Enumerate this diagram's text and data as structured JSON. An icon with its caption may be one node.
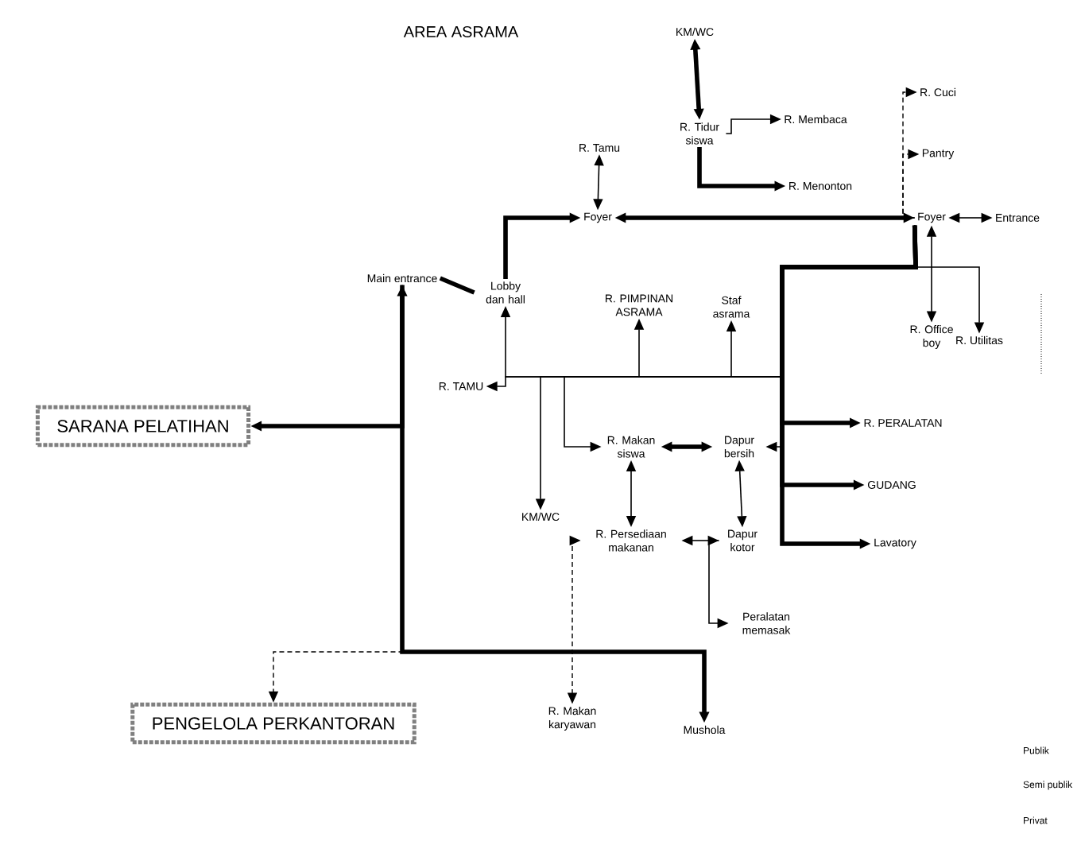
{
  "diagram": {
    "title": "AREA ASRAMA",
    "nodes": [
      {
        "text": [
          "KM/WC"
        ]
      },
      {
        "text": [
          "R. Tidur siswa"
        ]
      },
      {
        "text": [
          "R. Membaca"
        ]
      },
      {
        "text": [
          "R. Menonton"
        ]
      },
      {
        "text": [
          "R. Tamu"
        ]
      },
      {
        "text": [
          "Foyer"
        ]
      },
      {
        "text": [
          "R. Cuci"
        ]
      },
      {
        "text": [
          "Pantry"
        ]
      },
      {
        "text": [
          "Foyer"
        ]
      },
      {
        "text": [
          "Entrance"
        ]
      },
      {
        "text": [
          "Main entrance"
        ]
      },
      {
        "text": [
          "Lobby dan hall"
        ]
      },
      {
        "text": [
          "R. PIMPINAN ASRAMA"
        ]
      },
      {
        "text": [
          "Staf asrama"
        ]
      },
      {
        "text": [
          "R. Office boy"
        ]
      },
      {
        "text": [
          "R. Utilitas"
        ]
      },
      {
        "text": [
          "SARANA PELATIHAN"
        ]
      },
      {
        "text": [
          "R. TAMU"
        ]
      },
      {
        "text": [
          "KM/WC"
        ]
      },
      {
        "text": [
          "R. Makan siswa"
        ]
      },
      {
        "text": [
          "Dapur bersih"
        ]
      },
      {
        "text": [
          "R. PERALATAN"
        ]
      },
      {
        "text": [
          "GUDANG"
        ]
      },
      {
        "text": [
          "Lavatory"
        ]
      },
      {
        "text": [
          "R. Persediaan makanan"
        ]
      },
      {
        "text": [
          "Dapur kotor"
        ]
      },
      {
        "text": [
          "Peralatan memasak"
        ]
      },
      {
        "text": [
          "PENGELOLA PERKANTORAN"
        ]
      },
      {
        "text": [
          "R. Makan karyawan"
        ]
      },
      {
        "text": [
          "Mushola"
        ]
      }
    ],
    "edges": [
      {
        "from": 0,
        "to": 1,
        "arrow": "both",
        "style": "thick"
      },
      {
        "from": 1,
        "to": 3,
        "arrow": "to",
        "style": "thick"
      },
      {
        "from": 1,
        "to": 2,
        "arrow": "to"
      },
      {
        "from": 4,
        "to": 5,
        "arrow": "both"
      },
      {
        "from": 5,
        "to": 8,
        "arrow": "both",
        "style": "thick"
      },
      {
        "from": 11,
        "to": 5,
        "arrow": "to",
        "style": "thick"
      },
      {
        "from": 8,
        "to": 6,
        "arrow": "to",
        "style": "dashed"
      },
      {
        "from": 8,
        "to": 7,
        "arrow": "to",
        "style": "dashed"
      },
      {
        "from": 8,
        "to": 9,
        "arrow": "both"
      },
      {
        "from": 8,
        "to": 14,
        "arrow": "both"
      },
      {
        "from": 8,
        "to": 15,
        "arrow": "to"
      },
      {
        "from": 8,
        "to": 13,
        "arrow": "to"
      },
      {
        "from": 8,
        "to": 12,
        "arrow": "to"
      },
      {
        "from": 8,
        "to": 11,
        "arrow": "to"
      },
      {
        "from": 8,
        "to": 17,
        "arrow": "to"
      },
      {
        "from": 8,
        "to": 18,
        "arrow": "to"
      },
      {
        "from": 8,
        "to": 19,
        "arrow": "to"
      },
      {
        "from": 8,
        "to": 20,
        "arrow": "to"
      },
      {
        "from": 8,
        "to": 21,
        "arrow": "to",
        "style": "thick"
      },
      {
        "from": 8,
        "to": 22,
        "arrow": "to",
        "style": "thick"
      },
      {
        "from": 8,
        "to": 23,
        "arrow": "to",
        "style": "thick"
      },
      {
        "from": 19,
        "to": 20,
        "arrow": "both",
        "style": "thick"
      },
      {
        "from": 19,
        "to": 24,
        "arrow": "both"
      },
      {
        "from": 20,
        "to": 25,
        "arrow": "both"
      },
      {
        "from": 24,
        "to": 25,
        "arrow": "both"
      },
      {
        "from": 25,
        "to": 26,
        "arrow": "to"
      },
      {
        "from": 16,
        "to": 10,
        "arrow": "both",
        "style": "thick"
      },
      {
        "from": 10,
        "to": 11,
        "arrow": "none",
        "style": "thick"
      },
      {
        "from": 10,
        "to": 27,
        "arrow": "to",
        "style": "dashed"
      },
      {
        "from": 10,
        "to": 29,
        "arrow": "to",
        "style": "thick"
      },
      {
        "from": 24,
        "to": 28,
        "arrow": "both",
        "style": "dashed"
      }
    ],
    "labels": [
      "Publik",
      "Semi publik",
      "Privat"
    ]
  }
}
